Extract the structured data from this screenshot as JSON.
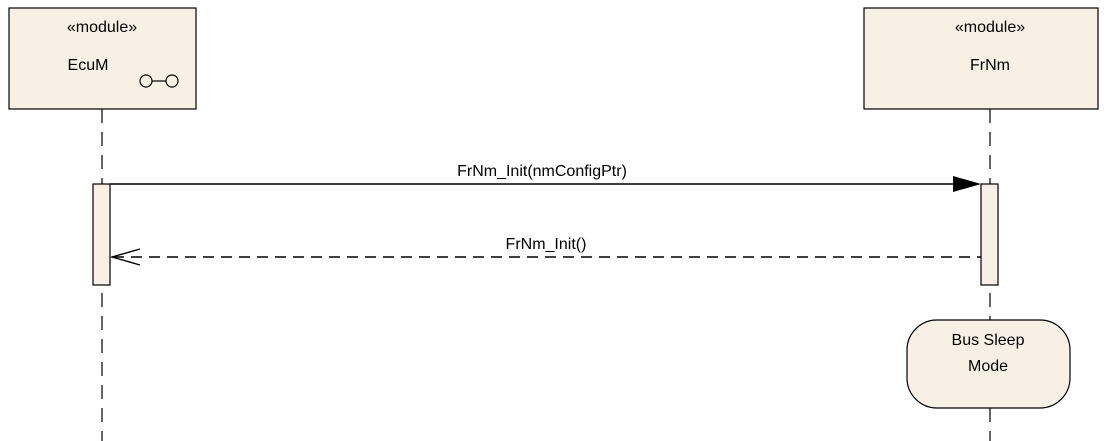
{
  "lifelines": [
    {
      "stereotype": "«module»",
      "name": "EcuM"
    },
    {
      "stereotype": "«module»",
      "name": "FrNm"
    }
  ],
  "messages": [
    {
      "label": "FrNm_Init(nmConfigPtr)",
      "kind": "synchronous-call"
    },
    {
      "label": "FrNm_Init()",
      "kind": "return"
    }
  ],
  "state": {
    "line1": "Bus Sleep",
    "line2": "Mode"
  },
  "colors": {
    "fill": "#f8f0e4",
    "stroke": "#000000",
    "background": "#ffffff"
  },
  "icons": {
    "component_icon": "component-icon"
  }
}
